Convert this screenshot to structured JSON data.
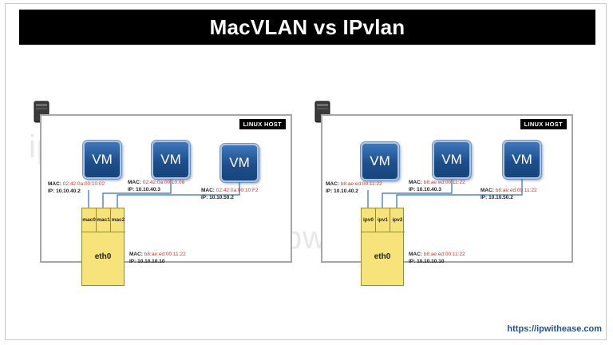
{
  "title": "MacVLAN vs IPvlan",
  "watermark": "ipwithease.com",
  "footer_url": "https://ipwithease.com",
  "colors": {
    "vm_blue": "#1d4f8c",
    "eth_yellow": "#f6e47a",
    "mac_red": "#c0392b",
    "link_blue": "#2f6fb3"
  },
  "macvlan": {
    "host_label": "LINUX HOST",
    "vms": [
      {
        "label": "VM",
        "mac_label": "MAC:",
        "mac": "02:42:0a:00:10:02",
        "ip": "IP: 10.10.40.2"
      },
      {
        "label": "VM",
        "mac_label": "MAC:",
        "mac": "02:42:0a:00:10:08",
        "ip": "IP: 10.10.40.3"
      },
      {
        "label": "VM",
        "mac_label": "MAC:",
        "mac": "02:42:0a:00:10:F2",
        "ip": "IP: 10.10.50.2"
      }
    ],
    "subs": [
      "mac0",
      "mac1",
      "mac2"
    ],
    "eth": {
      "label": "eth0",
      "mac_label": "MAC:",
      "mac": "b8:ae:ed:00:11:22",
      "ip": "IP: 10.10.10.10"
    }
  },
  "ipvlan": {
    "host_label": "LINUX HOST",
    "vms": [
      {
        "label": "VM",
        "mac_label": "MAC:",
        "mac": "b8:ae:ed:00:11:22",
        "ip": "IP: 10.10.40.2"
      },
      {
        "label": "VM",
        "mac_label": "MAC:",
        "mac": "b8:ae:ed:00:11:22",
        "ip": "IP: 10.10.40.3"
      },
      {
        "label": "VM",
        "mac_label": "MAC:",
        "mac": "b8:ae:ed:00:11:22",
        "ip": "IP: 10.10.50.2"
      }
    ],
    "subs": [
      "ipv0",
      "ipv1",
      "ipv2"
    ],
    "eth": {
      "label": "eth0",
      "mac_label": "MAC:",
      "mac": "b8:ae:ed:00:11:22",
      "ip": "IP: 10.10.10.10"
    }
  }
}
